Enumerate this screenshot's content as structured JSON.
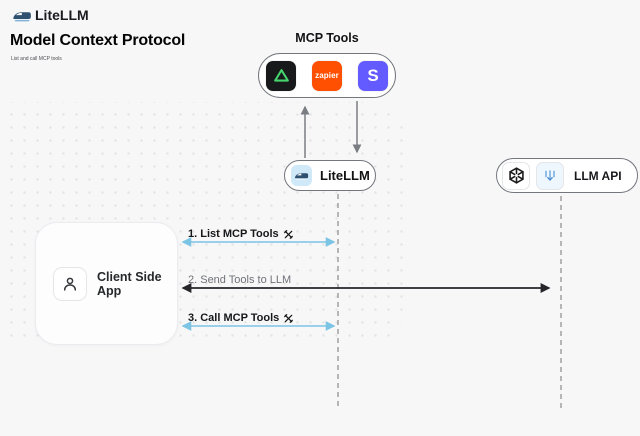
{
  "header": {
    "brand": "LiteLLM",
    "title": "Model Context Protocol",
    "subtitle": "List and call MCP tools"
  },
  "mcp_group": {
    "label": "MCP Tools",
    "tools": [
      {
        "name": "green-triangle-tool"
      },
      {
        "name": "zapier",
        "text": "zapier"
      },
      {
        "name": "stripe",
        "text": "S"
      }
    ]
  },
  "nodes": {
    "litellm": {
      "label": "LiteLLM"
    },
    "llm_api": {
      "label": "LLM API"
    },
    "client": {
      "label": "Client Side App"
    }
  },
  "messages": [
    {
      "label": "1. List MCP Tools",
      "icon": "crossed-hammer-wrench",
      "color": "#7cc4e4"
    },
    {
      "label": "2. Send Tools to LLM",
      "icon": null,
      "color": "#26262a"
    },
    {
      "label": "3. Call MCP Tools",
      "icon": "crossed-hammer-wrench",
      "color": "#7cc4e4"
    }
  ],
  "colors": {
    "background": "#f7f7f8",
    "blue_arrow": "#7cc4e4",
    "dark_arrow": "#26262a",
    "gray_arrow": "#7a7d82",
    "lifeline": "#a6a6a6",
    "zapier_orange": "#ff4f00",
    "stripe_purple": "#635bff",
    "tile_black": "#17191b",
    "triangle_green": "#45d46d",
    "litellm_icon_bg": "#cfe9f8"
  }
}
